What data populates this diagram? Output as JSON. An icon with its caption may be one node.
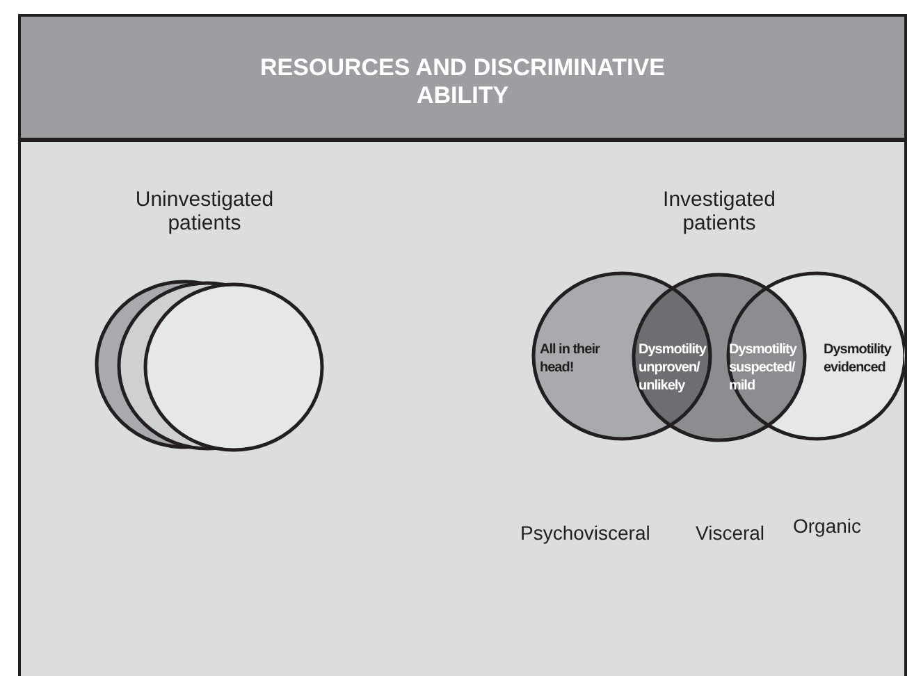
{
  "diagram": {
    "title": "RESOURCES AND DISCRIMINATIVE ABILITY",
    "nodes": [
      {
        "text": [],
        "shape": "circle"
      },
      {
        "text": [],
        "shape": "circle"
      },
      {
        "text": [],
        "shape": "circle"
      },
      {
        "text": [],
        "shape": "circle"
      },
      {
        "text": [],
        "shape": "circle"
      },
      {
        "text": [],
        "shape": "circle"
      }
    ],
    "labels": [
      "Uninvestigated patients",
      "Investigated patients",
      "All in their head!",
      "Dysmotility unproven/ unlikely",
      "Dysmotility suspected/ mild",
      "Dysmotility evidenced",
      "Psychovisceral",
      "Visceral",
      "Organic"
    ]
  }
}
